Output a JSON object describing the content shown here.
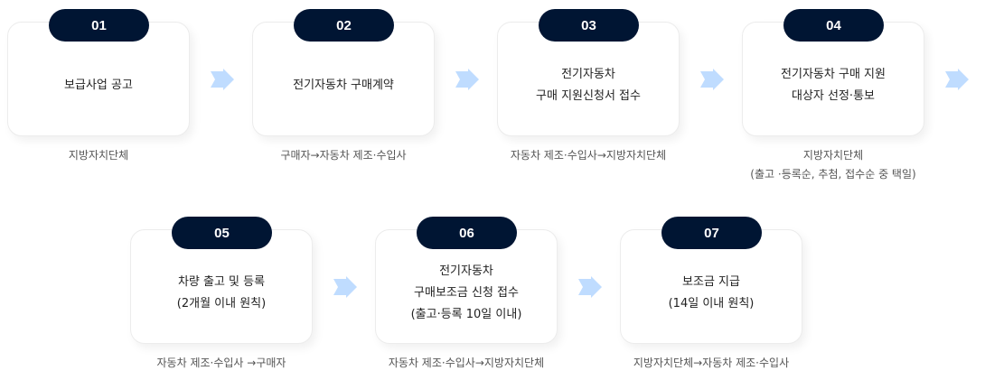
{
  "colors": {
    "badge_bg": "#001533",
    "badge_text": "#ffffff",
    "arrow": "#bfdcff",
    "card_border": "#ececec",
    "actor_text": "#555555",
    "title_text": "#222222"
  },
  "arrow_icon": "right-arrow-icon",
  "steps": [
    {
      "number": "01",
      "title_lines": [
        "보급사업 공고"
      ],
      "actor_lines": [
        "지방자치단체"
      ]
    },
    {
      "number": "02",
      "title_lines": [
        "전기자동차 구매계약"
      ],
      "actor_lines": [
        "구매자→자동차 제조·수입사"
      ]
    },
    {
      "number": "03",
      "title_lines": [
        "전기자동차",
        "구매 지원신청서 접수"
      ],
      "actor_lines": [
        "자동차 제조·수입사→지방자치단체"
      ]
    },
    {
      "number": "04",
      "title_lines": [
        "전기자동차 구매 지원",
        "대상자 선정·통보"
      ],
      "actor_lines": [
        "지방자치단체",
        "(출고 ·등록순, 추첨, 접수순 중 택일)"
      ]
    },
    {
      "number": "05",
      "title_lines": [
        "차량 출고 및 등록",
        "(2개월 이내 원칙)"
      ],
      "actor_lines": [
        "자동차 제조·수입사 →구매자"
      ]
    },
    {
      "number": "06",
      "title_lines": [
        "전기자동차",
        "구매보조금 신청 접수",
        "(출고·등록 10일 이내)"
      ],
      "actor_lines": [
        "자동차 제조·수입사→지방자치단체"
      ]
    },
    {
      "number": "07",
      "title_lines": [
        "보조금 지급",
        "(14일 이내 원칙)"
      ],
      "actor_lines": [
        "지방자치단체→자동차 제조·수입사"
      ]
    }
  ]
}
